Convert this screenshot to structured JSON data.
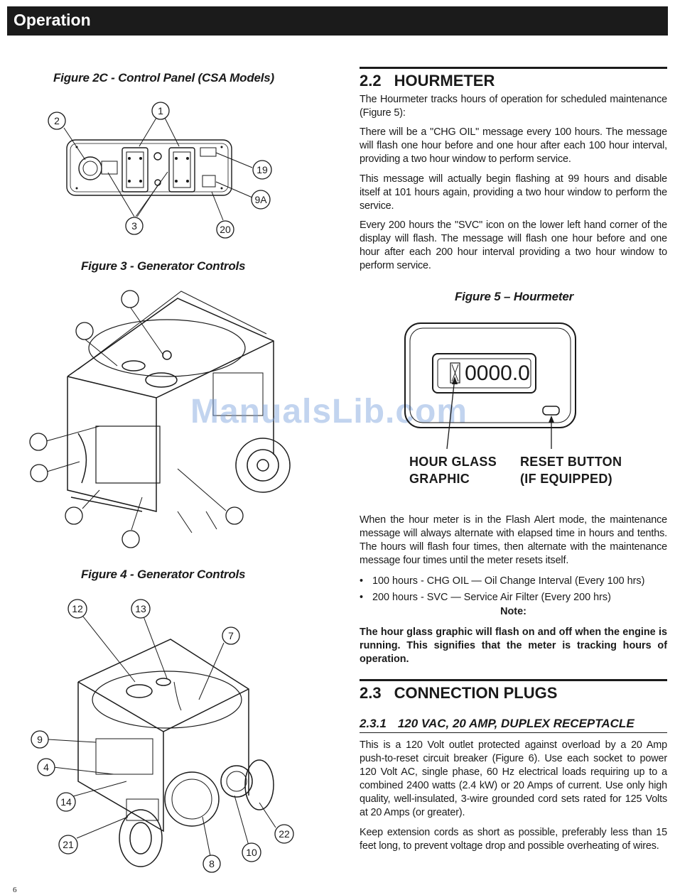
{
  "header": {
    "title": "Operation"
  },
  "figures": {
    "fig2c": {
      "caption": "Figure 2C - Control Panel (CSA Models)",
      "callouts": [
        "2",
        "1",
        "19",
        "9A",
        "3",
        "20"
      ]
    },
    "fig3": {
      "caption": "Figure 3 - Generator Controls"
    },
    "fig4": {
      "caption": "Figure 4 - Generator Controls",
      "callouts": [
        "12",
        "13",
        "7",
        "9",
        "4",
        "14",
        "21",
        "8",
        "10",
        "22"
      ]
    },
    "fig5": {
      "caption": "Figure 5 – Hourmeter",
      "display": "0000.0",
      "label_left": [
        "HOUR GLASS",
        "GRAPHIC"
      ],
      "label_right": [
        "RESET BUTTON",
        "(IF EQUIPPED)"
      ]
    }
  },
  "section_2_2": {
    "number": "2.2",
    "title": "HOURMETER",
    "p1": "The Hourmeter tracks hours of operation for scheduled maintenance (Figure 5):",
    "p2": "There will be a \"CHG OIL\" message every 100 hours. The message will flash one hour before and one hour after each 100 hour interval, providing a two hour window to perform service.",
    "p3": "This message will actually begin flashing at 99 hours and disable itself at 101 hours again, providing a two hour window to perform the service.",
    "p4": "Every 200 hours the \"SVC\" icon on the lower left hand corner of the display will flash. The message will flash one hour before and one hour after each 200 hour interval providing a two hour window to perform service.",
    "p5": "When the hour meter is in the Flash Alert mode, the maintenance message will always alternate with elapsed time in hours and tenths. The hours will flash four times, then alternate with the maintenance message four times until the meter resets itself.",
    "bullets": [
      "100 hours - CHG OIL — Oil Change Interval (Every 100 hrs)",
      "200 hours - SVC — Service Air Filter (Every 200 hrs)"
    ],
    "note_title": "Note:",
    "note_body": "The hour glass graphic will flash on and off when the engine is running. This signifies that the meter is tracking hours of operation."
  },
  "section_2_3": {
    "number": "2.3",
    "title": "CONNECTION PLUGS",
    "sub": {
      "number": "2.3.1",
      "title": "120 VAC, 20 AMP, DUPLEX RECEPTACLE"
    },
    "p1": "This is a 120 Volt outlet protected against overload by a 20 Amp push-to-reset circuit breaker (Figure 6). Use each socket to power 120 Volt AC, single phase, 60 Hz electrical loads requiring up to a combined 2400 watts (2.4 kW) or 20 Amps of current. Use only high quality, well-insulated, 3-wire grounded cord sets rated for 125 Volts at 20 Amps (or greater).",
    "p2": "Keep extension cords as short as possible, preferably less than 15 feet long, to prevent voltage drop and possible overheating of wires."
  },
  "watermark": "ManualsLib.com",
  "page_number": "6"
}
